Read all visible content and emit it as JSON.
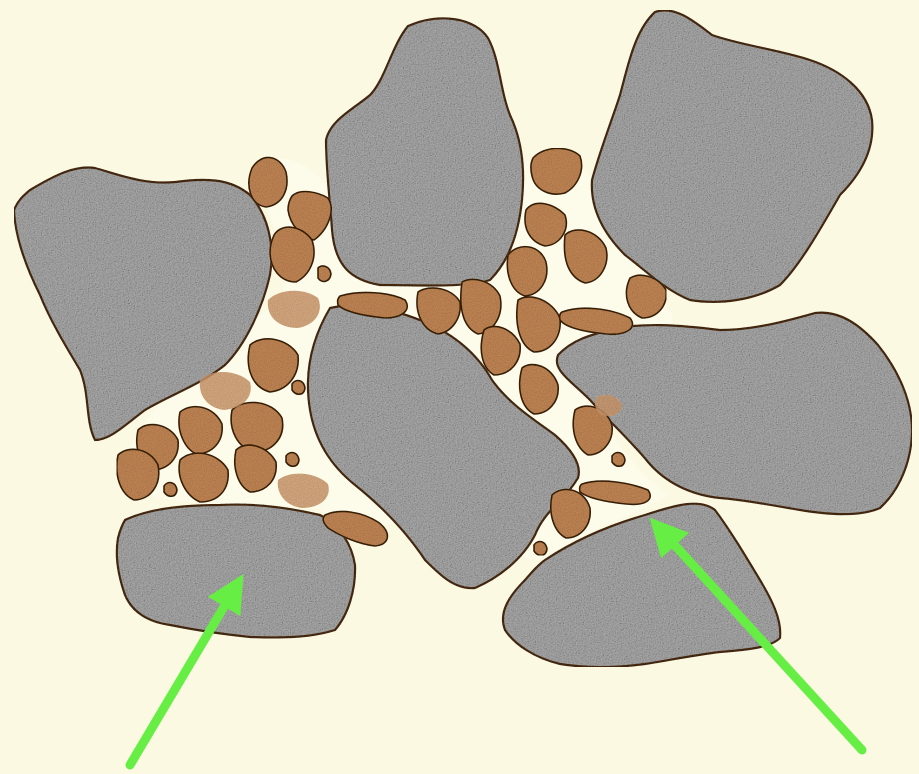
{
  "diagram": {
    "colors": {
      "background": "#fbf9e2",
      "gap_fill": "#fdfbe9",
      "large_rock_fill": "#a8a8a8",
      "large_rock_outline": "#4a2b0e",
      "pebble_fill": "#c88a57",
      "pebble_outline": "#3d2207",
      "sand_fill": "#d59e6f",
      "arrow": "#66ee44"
    },
    "elements": {
      "large_rocks": 7,
      "pebbles": 32,
      "sand_patches": 4,
      "arrows": 2
    },
    "arrows": [
      {
        "name": "left-arrow",
        "points_to": "large-rock"
      },
      {
        "name": "right-arrow",
        "points_to": "pebble"
      }
    ]
  }
}
